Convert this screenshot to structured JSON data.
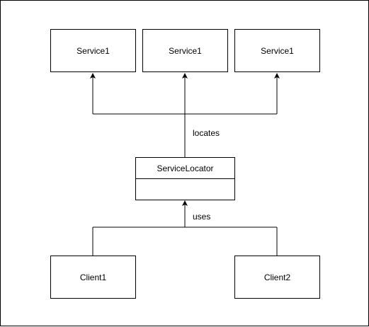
{
  "services": [
    {
      "label": "Service1"
    },
    {
      "label": "Service1"
    },
    {
      "label": "Service1"
    }
  ],
  "locator": {
    "name": "ServiceLocator",
    "members": ""
  },
  "clients": [
    {
      "label": "Client1"
    },
    {
      "label": "Client2"
    }
  ],
  "edges": {
    "locates_label": "locates",
    "uses_label": "uses"
  },
  "colors": {
    "stroke": "#000000",
    "fill": "#ffffff"
  }
}
